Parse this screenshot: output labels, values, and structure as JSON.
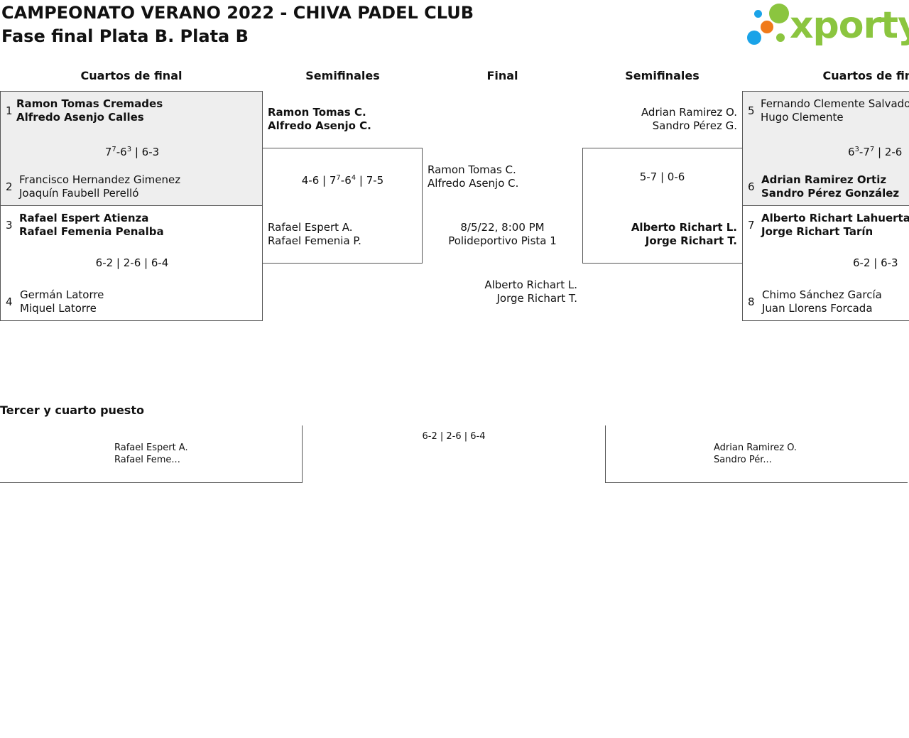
{
  "header": {
    "title": "CAMPEONATO VERANO 2022 - CHIVA PADEL CLUB",
    "subtitle": "Fase final Plata B. Plata B",
    "logo_text": "xporty"
  },
  "colors": {
    "logo_green": "#8bc53f",
    "logo_blue": "#1aa3e8",
    "logo_orange": "#f07a1a",
    "shaded_bg": "#eeeeee"
  },
  "rounds": {
    "left_qf": "Cuartos de final",
    "left_sf": "Semifinales",
    "final": "Final",
    "right_sf": "Semifinales",
    "right_qf": "Cuartos de final"
  },
  "left_qf": {
    "match1": {
      "seed_a": "1",
      "team_a": [
        "Ramon Tomas Cremades",
        "Alfredo Asenjo Calles"
      ],
      "score": "77-63 | 6-3",
      "seed_b": "2",
      "team_b": [
        "Francisco Hernandez Gimenez",
        "Joaquín Faubell Perelló"
      ]
    },
    "match2": {
      "seed_a": "3",
      "team_a": [
        "Rafael Espert Atienza",
        "Rafael Femenia Penalba"
      ],
      "score": "6-2 | 2-6 | 6-4",
      "seed_b": "4",
      "team_b": [
        "Germán Latorre",
        "Miquel Latorre"
      ]
    }
  },
  "left_sf": {
    "team_a": [
      "Ramon Tomas C.",
      "Alfredo Asenjo C."
    ],
    "score": "4-6 | 77-64 | 7-5",
    "team_b": [
      "Rafael Espert A.",
      "Rafael Femenia P."
    ]
  },
  "final": {
    "team_a": [
      "Ramon Tomas C.",
      "Alfredo Asenjo C."
    ],
    "date": "8/5/22, 8:00 PM",
    "venue": "Polideportivo Pista 1",
    "team_b": [
      "Alberto Richart L.",
      "Jorge Richart T."
    ]
  },
  "right_sf": {
    "team_a": [
      "Adrian Ramirez O.",
      "Sandro Pérez G."
    ],
    "score": "5-7 | 0-6",
    "team_b": [
      "Alberto Richart L.",
      "Jorge Richart T."
    ]
  },
  "right_qf": {
    "match1": {
      "seed_a": "5",
      "team_a": [
        "Fernando Clemente Salvador",
        "Hugo Clemente"
      ],
      "score": "63-77 | 2-6",
      "seed_b": "6",
      "team_b": [
        "Adrian Ramirez Ortiz",
        "Sandro Pérez González"
      ]
    },
    "match2": {
      "seed_a": "7",
      "team_a": [
        "Alberto Richart Lahuerta",
        "Jorge Richart Tarín"
      ],
      "score": "6-2 | 6-3",
      "seed_b": "8",
      "team_b": [
        "Chimo Sánchez García",
        "Juan Llorens Forcada"
      ]
    }
  },
  "third_place": {
    "title": "Tercer y cuarto puesto",
    "team_a": [
      "Rafael Espert A.",
      "Rafael Feme..."
    ],
    "score": "6-2 | 2-6 | 6-4",
    "team_b": [
      "Adrian Ramirez O.",
      "Sandro Pér..."
    ]
  }
}
